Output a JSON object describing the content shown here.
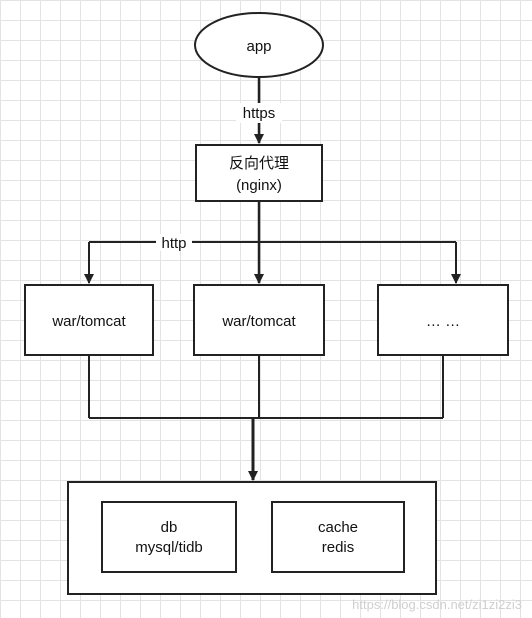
{
  "nodes": {
    "app": "app",
    "proxy_line1": "反向代理",
    "proxy_line2": "(nginx)",
    "tomcat1": "war/tomcat",
    "tomcat2": "war/tomcat",
    "more": "… …",
    "db_line1": "db",
    "db_line2": "mysql/tidb",
    "cache_line1": "cache",
    "cache_line2": "redis"
  },
  "edges": {
    "https_label": "https",
    "http_label": "http"
  },
  "watermark": "https://blog.csdn.net/zi1zi2zi3"
}
